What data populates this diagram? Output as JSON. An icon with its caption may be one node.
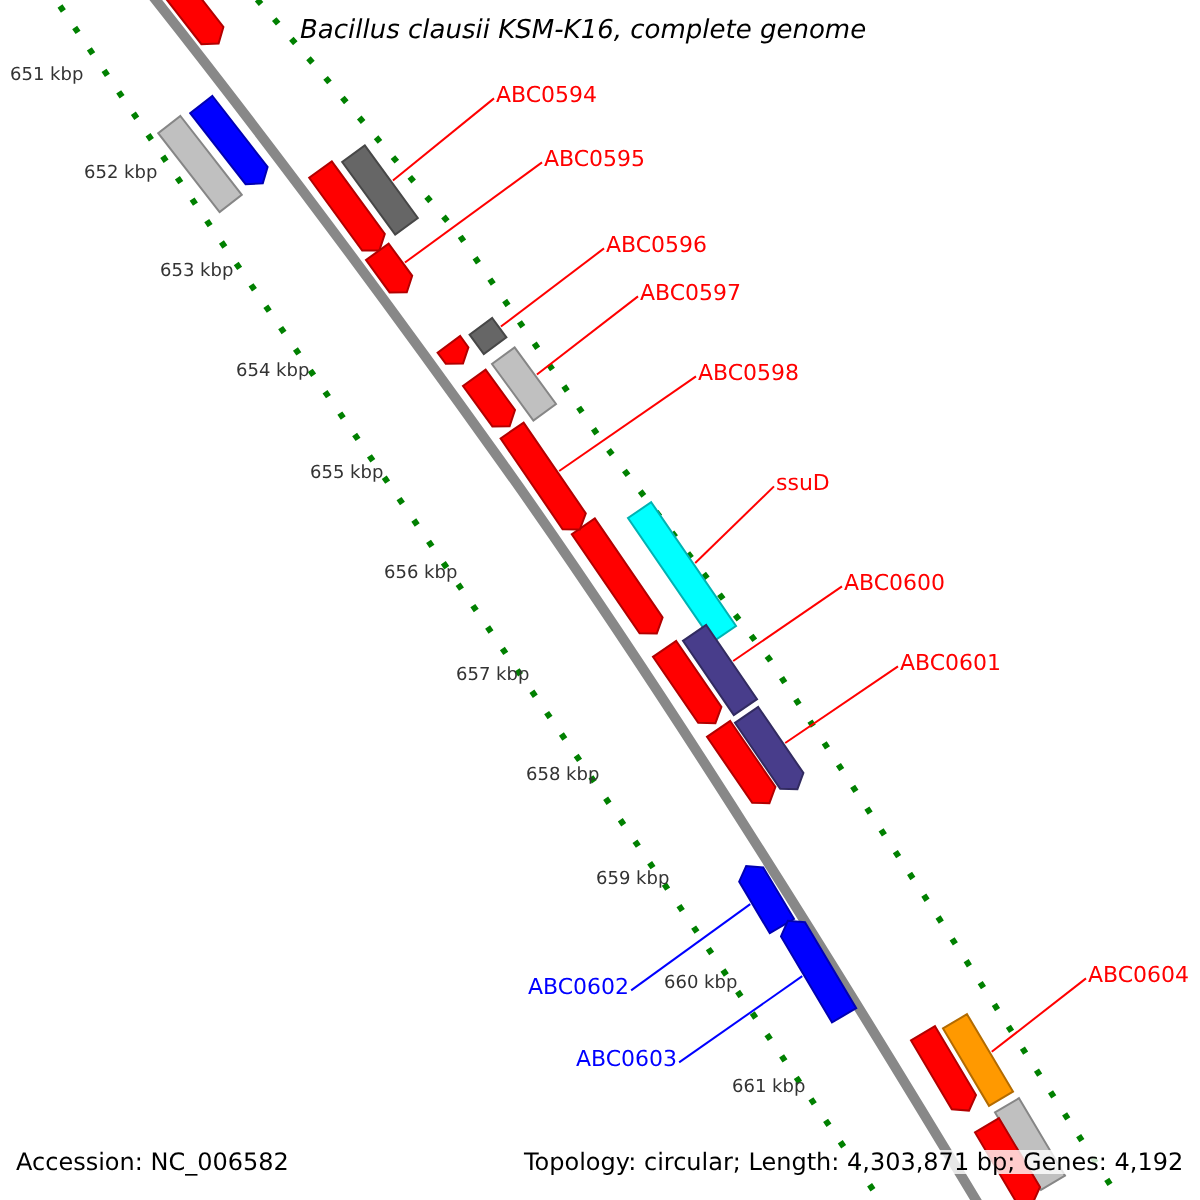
{
  "diagram": {
    "title": "Bacillus clausii KSM-K16, complete genome",
    "nodes": [
      {
        "text": [
          "ABC0594"
        ]
      },
      {
        "text": [],
        "shape": "bar"
      },
      {
        "text": [
          "ABC0595"
        ]
      },
      {
        "text": [],
        "shape": "bar"
      },
      {
        "text": [
          "ABC0596"
        ]
      },
      {
        "text": [],
        "shape": "bar"
      },
      {
        "text": [
          "ABC0597"
        ]
      },
      {
        "text": [],
        "shape": "bar"
      },
      {
        "text": [
          "ABC0598"
        ]
      },
      {
        "text": [],
        "shape": "bar"
      },
      {
        "text": [
          "ssuD"
        ]
      },
      {
        "text": [],
        "shape": "bar"
      },
      {
        "text": [
          "ABC0600"
        ]
      },
      {
        "text": [],
        "shape": "bar"
      },
      {
        "text": [
          "ABC0601"
        ]
      },
      {
        "text": [],
        "shape": "bar"
      },
      {
        "text": [
          "ABC0602"
        ]
      },
      {
        "text": [],
        "shape": "bar"
      },
      {
        "text": [
          "ABC0603"
        ]
      },
      {
        "text": [],
        "shape": "bar"
      },
      {
        "text": [
          "ABC0604"
        ]
      },
      {
        "text": [],
        "shape": "bar"
      }
    ],
    "edges": [
      {
        "from": 0,
        "to": 1,
        "arrow": "none"
      },
      {
        "from": 2,
        "to": 3,
        "arrow": "none"
      },
      {
        "from": 4,
        "to": 5,
        "arrow": "none"
      },
      {
        "from": 6,
        "to": 7,
        "arrow": "none"
      },
      {
        "from": 8,
        "to": 9,
        "arrow": "none"
      },
      {
        "from": 10,
        "to": 11,
        "arrow": "none"
      },
      {
        "from": 12,
        "to": 13,
        "arrow": "none"
      },
      {
        "from": 14,
        "to": 15,
        "arrow": "none"
      },
      {
        "from": 16,
        "to": 17,
        "arrow": "none",
        "color": "#0000ff"
      },
      {
        "from": 18,
        "to": 19,
        "arrow": "none",
        "color": "#0000ff"
      },
      {
        "from": 20,
        "to": 21,
        "arrow": "none"
      }
    ],
    "labels": [
      "651 kbp",
      "652 kbp",
      "653 kbp",
      "654 kbp",
      "655 kbp",
      "656 kbp",
      "657 kbp",
      "658 kbp",
      "659 kbp",
      "660 kbp",
      "661 kbp",
      "Accession: NC_006582",
      "Topology: circular; Length: 4,303,871 bp; Genes: 4,192"
    ]
  }
}
